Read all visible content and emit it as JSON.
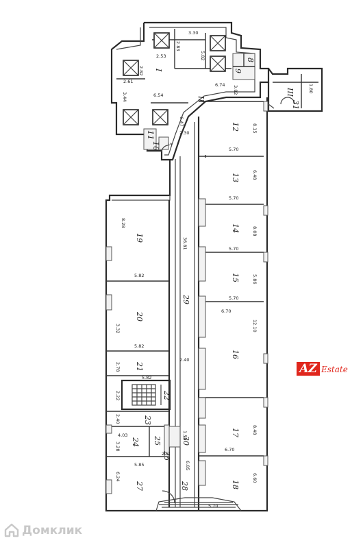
{
  "dimensions": {
    "d1": "3.30",
    "d2": "2.83",
    "d3": "2.53",
    "d4": "5.82",
    "d5": "2.82",
    "d6": "2.61",
    "d7": "6.74",
    "d8": "3.82",
    "d9": "1.80",
    "d10": "3.44",
    "d11": "6.54",
    "d12": "6.47",
    "d13": "2.30",
    "d14": "8.15",
    "d15": "5.70",
    "d16": "6.48",
    "d17": "5.70",
    "d18": "8.28",
    "d19": "36.81",
    "d20": "8.08",
    "d21": "5.70",
    "d22": "5.82",
    "d23": "5.86",
    "d24": "5.70",
    "d25": "6.70",
    "d26": "3.32",
    "d27": "12.10",
    "d28": "5.82",
    "d29": "2.78",
    "d30": "2.40",
    "d31": "5.82",
    "d32": "2.22",
    "d33": "2.40",
    "d34": "4.03",
    "d35": "3.28",
    "d36": "1.50",
    "d37": "8.48",
    "d38": "6.70",
    "d39": "6.24",
    "d40": "5.85",
    "d41": "6.85",
    "d42": "6.60",
    "d43": "5.70",
    "d44": "2.5",
    "d45": "5"
  },
  "rooms": {
    "r1": "I",
    "r2": "II",
    "r3": "III",
    "r4": "8",
    "r5": "9",
    "r6": "10",
    "r7": "11",
    "r8": "12",
    "r9": "13",
    "r10": "14",
    "r11": "15",
    "r12": "16",
    "r13": "17",
    "r14": "18",
    "r15": "19",
    "r16": "20",
    "r17": "21",
    "r18": "22",
    "r19": "23",
    "r20": "24",
    "r21": "25",
    "r22": "26",
    "r23": "27",
    "r24": "28",
    "r25": "29",
    "r26": "30",
    "r27": "31"
  },
  "brand": {
    "mark": "AZ",
    "estate": "Estate"
  },
  "watermark": {
    "text": "Домклик"
  }
}
